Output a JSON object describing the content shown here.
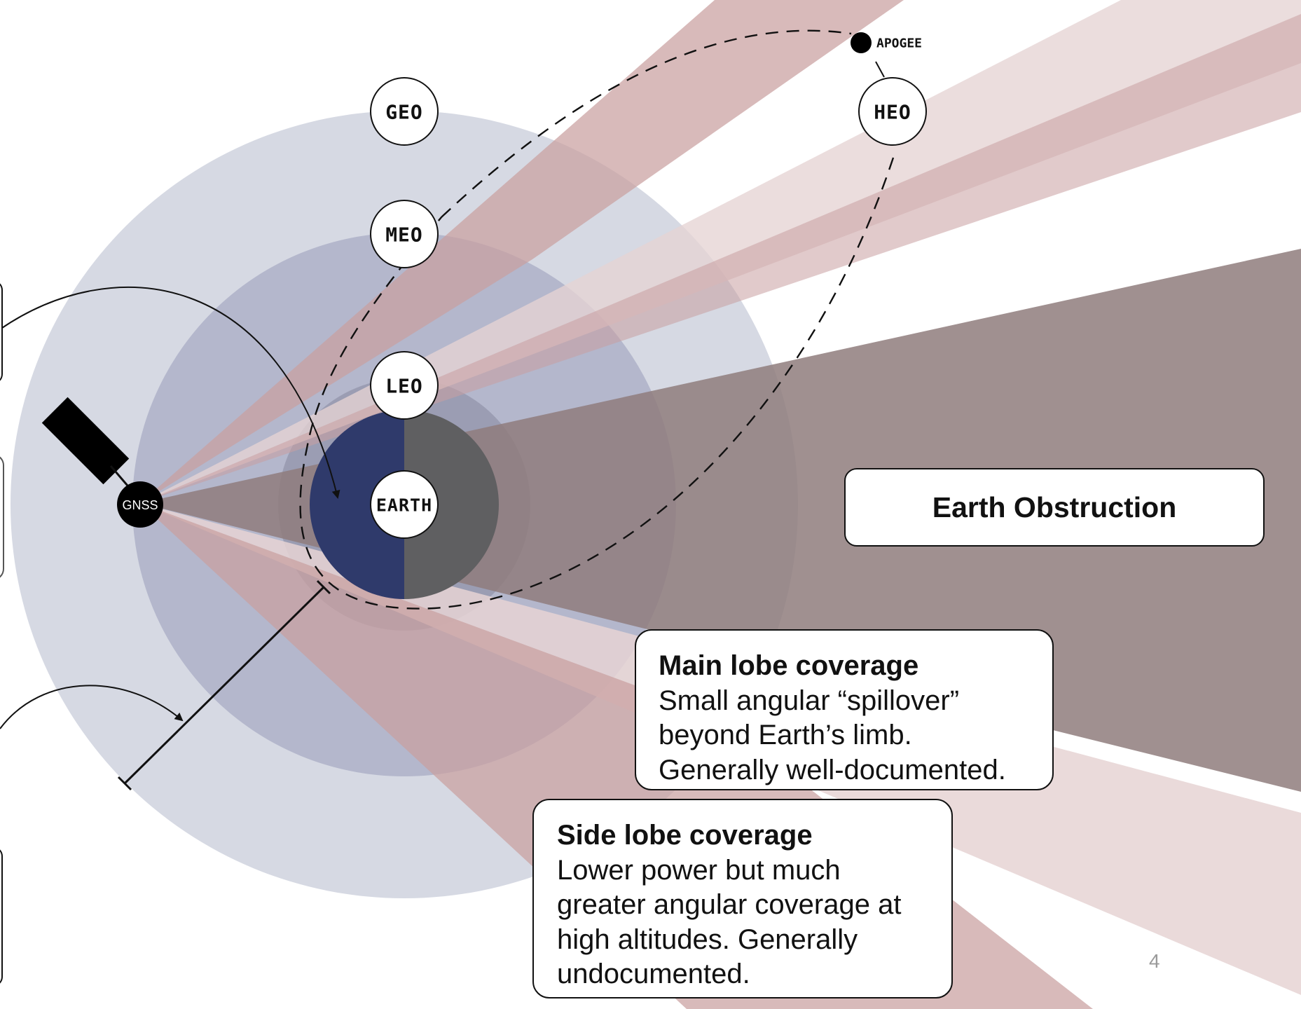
{
  "diagram": {
    "orbits": {
      "geo": "GEO",
      "meo": "MEO",
      "leo": "LEO",
      "earth": "EARTH",
      "heo": "HEO",
      "apogee": "APOGEE"
    },
    "gnss_label": "GNSS",
    "colors": {
      "geo_zone": "#d6d9e3",
      "meo_zone": "#b4b7cc",
      "leo_zone": "#9b9db3",
      "earth_day": "#2f3a6b",
      "earth_night": "#5f5f61",
      "side_lobe": "#c99fa0",
      "side_lobe_light": "#e6d3d3",
      "main_lobe_shadow": "#8f7c7c"
    }
  },
  "callouts": {
    "earth_obstruction": "Earth Obstruction",
    "main_lobe": {
      "heading": "Main lobe coverage",
      "body": "Small angular “spillover” beyond Earth’s limb. Generally well-documented."
    },
    "side_lobe": {
      "heading": "Side lobe coverage",
      "body": "Lower power but much greater angular coverage at high altitudes. Generally undocumented."
    }
  },
  "page_number": "4"
}
